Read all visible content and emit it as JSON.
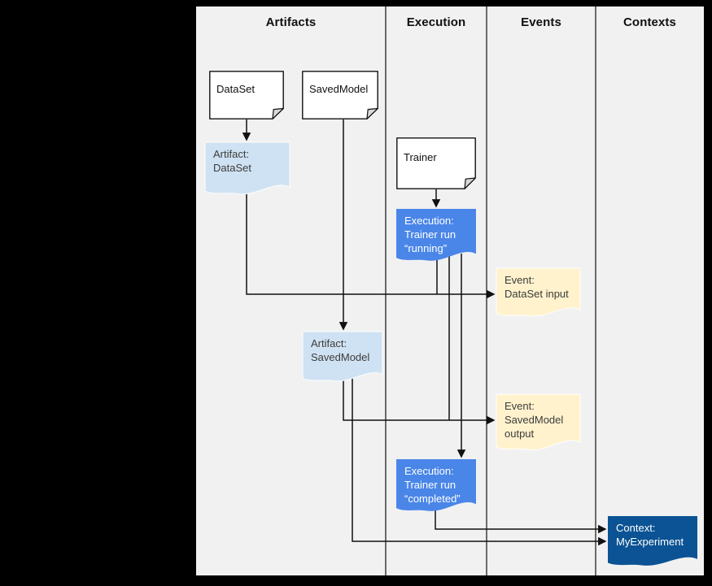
{
  "columns": [
    {
      "id": "artifacts",
      "label": "Artifacts"
    },
    {
      "id": "execution",
      "label": "Execution"
    },
    {
      "id": "events",
      "label": "Events"
    },
    {
      "id": "contexts",
      "label": "Contexts"
    }
  ],
  "nodes": {
    "dataset": {
      "label": "DataSet",
      "type": "source-document",
      "column": "artifacts"
    },
    "savedmodel": {
      "label": "SavedModel",
      "type": "source-document",
      "column": "artifacts"
    },
    "trainer": {
      "label": "Trainer",
      "type": "source-document",
      "column": "execution"
    },
    "artifact_dataset": {
      "label": "Artifact:\nDataSet",
      "type": "artifact",
      "column": "artifacts"
    },
    "execution_running": {
      "label": "Execution:\nTrainer run\n“running”",
      "type": "execution",
      "column": "execution"
    },
    "event_dataset_input": {
      "label": "Event:\nDataSet input",
      "type": "event",
      "column": "events"
    },
    "artifact_savedmodel": {
      "label": "Artifact:\nSavedModel",
      "type": "artifact",
      "column": "artifacts"
    },
    "event_savedmodel_output": {
      "label": "Event:\nSavedModel\noutput",
      "type": "event",
      "column": "events"
    },
    "execution_completed": {
      "label": "Execution:\nTrainer run\n“completed”",
      "type": "execution",
      "column": "execution"
    },
    "context_myexperiment": {
      "label": "Context:\nMyExperiment",
      "type": "context",
      "column": "contexts"
    }
  },
  "edges": [
    {
      "from": "dataset",
      "to": "artifact_dataset"
    },
    {
      "from": "savedmodel",
      "to": "artifact_savedmodel"
    },
    {
      "from": "trainer",
      "to": "execution_running"
    },
    {
      "from": "artifact_dataset",
      "to": "event_dataset_input"
    },
    {
      "from": "execution_running",
      "to": "event_dataset_input"
    },
    {
      "from": "execution_running",
      "to": "event_savedmodel_output"
    },
    {
      "from": "execution_running",
      "to": "execution_completed"
    },
    {
      "from": "artifact_savedmodel",
      "to": "event_savedmodel_output"
    },
    {
      "from": "artifact_savedmodel",
      "to": "context_myexperiment"
    },
    {
      "from": "execution_completed",
      "to": "context_myexperiment"
    }
  ],
  "colors": {
    "frame_bg": "#000000",
    "canvas_bg": "#f1f1f2",
    "doc_fill": "#ffffff",
    "doc_fold": "#d9d9d9",
    "artifact_fill": "#cfe2f3",
    "execution_fill": "#4a86e8",
    "event_fill": "#fff2cc",
    "context_fill": "#0b5394",
    "dark_text": "#3c3c3c",
    "light_text": "#ffffff",
    "line_color": "#111111"
  }
}
